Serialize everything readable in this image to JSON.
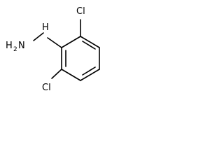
{
  "molecule": {
    "atoms": {
      "cl_top": "Cl",
      "cl_bottom": "Cl",
      "nh": "H",
      "nh2_h": "H",
      "nh2_sub": "2",
      "nh2_n": "N"
    },
    "colors": {
      "bond": "#000000",
      "text": "#000000",
      "background": "#ffffff"
    }
  }
}
